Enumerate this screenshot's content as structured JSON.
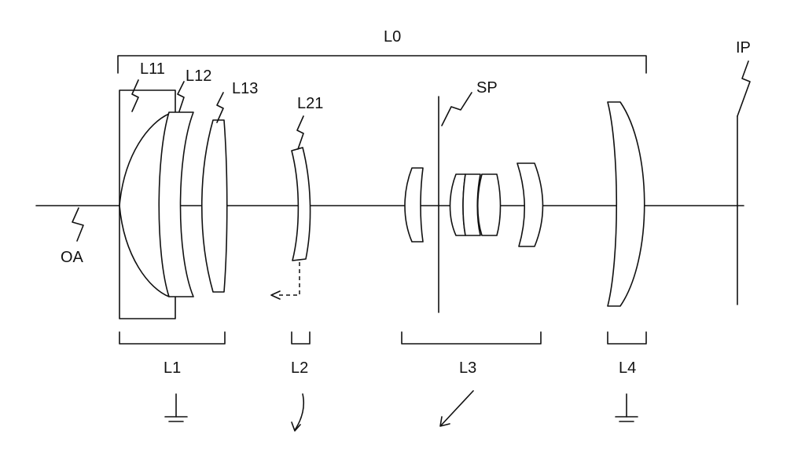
{
  "labels": {
    "overall_group": "L0",
    "image_plane": "IP",
    "optical_axis": "OA",
    "stop": "SP",
    "lens_l11": "L11",
    "lens_l12": "L12",
    "lens_l13": "L13",
    "lens_l21": "L21"
  },
  "groups": [
    {
      "label": "L1",
      "motion": "fixed"
    },
    {
      "label": "L2",
      "motion": "moves"
    },
    {
      "label": "L3",
      "motion": "moves"
    },
    {
      "label": "L4",
      "motion": "fixed"
    }
  ]
}
